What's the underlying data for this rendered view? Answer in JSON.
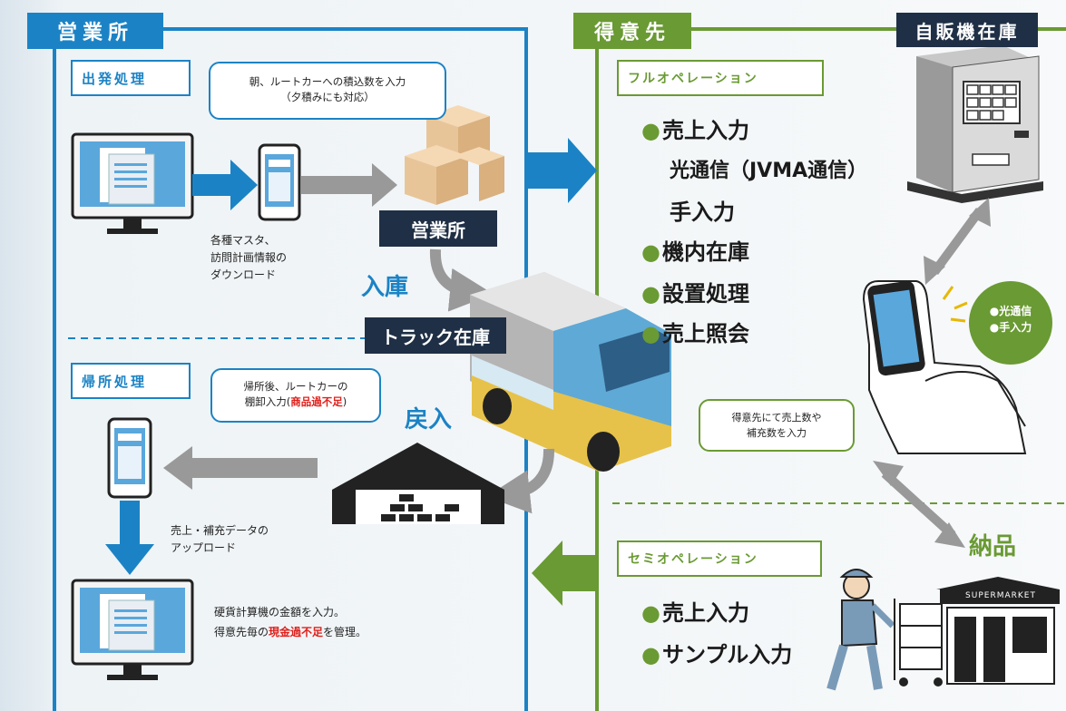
{
  "headers": {
    "office": "営業所",
    "customer": "得意先",
    "vending_stock": "自販機在庫"
  },
  "office": {
    "departure_tag": "出発処理",
    "departure_bubble_line1": "朝、ルートカーへの積込数を入力",
    "departure_bubble_line2": "（夕積みにも対応）",
    "download_line1": "各種マスタ、",
    "download_line2": "訪問計画情報の",
    "download_line3": "ダウンロード",
    "office_stock_label": "営業所",
    "in_stock_label": "入庫",
    "truck_stock_label": "トラック在庫",
    "return_tag": "帰所処理",
    "return_bubble_line1": "帰所後、ルートカーの",
    "return_bubble_line2_pre": "棚卸入力(",
    "return_bubble_line2_red": "商品過不足",
    "return_bubble_line2_post": ")",
    "return_in_label": "戻入",
    "upload_line1": "売上・補充データの",
    "upload_line2": "アップロード",
    "cash_line1": "硬貨計算機の金額を入力。",
    "cash_line2_pre": "得意先毎の",
    "cash_line2_red": "現金過不足",
    "cash_line2_post": "を管理。"
  },
  "customer": {
    "full_op_tag": "フルオペレーション",
    "full_op_items": [
      "売上入力",
      "光通信（JVMA通信）",
      "手入力",
      "機内在庫",
      "設置処理",
      "売上照会"
    ],
    "phone_badge_line1": "●光通信",
    "phone_badge_line2": "●手入力",
    "input_bubble_line1": "得意先にて売上数や",
    "input_bubble_line2": "補充数を入力",
    "delivery_label": "納品",
    "semi_op_tag": "セミオペレーション",
    "semi_op_items": [
      "売上入力",
      "サンプル入力"
    ],
    "store_sign": "SUPERMARKET"
  },
  "colors": {
    "office_blue": "#1b83c5",
    "customer_green": "#6a9a33",
    "dark_navy": "#1f2f45",
    "alert_red": "#e0201b"
  }
}
